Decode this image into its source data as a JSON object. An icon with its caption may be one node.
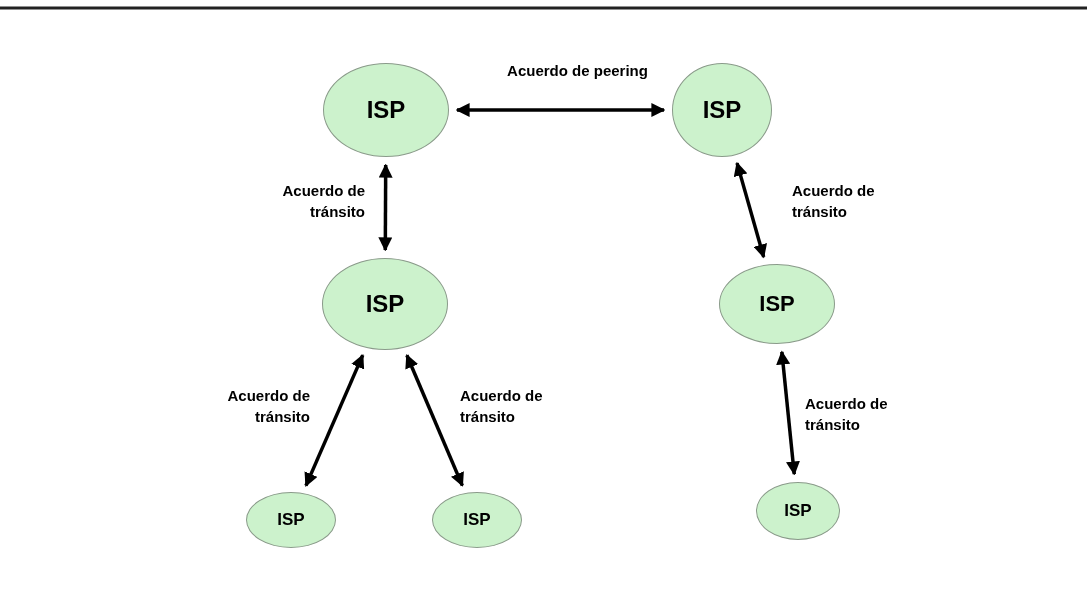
{
  "diagram": {
    "nodes": [
      {
        "text": [
          "ISP"
        ]
      },
      {
        "text": [
          "ISP"
        ]
      },
      {
        "text": [
          "ISP"
        ]
      },
      {
        "text": [
          "ISP"
        ]
      },
      {
        "text": [
          "ISP"
        ]
      },
      {
        "text": [
          "ISP"
        ]
      },
      {
        "text": [
          "ISP"
        ]
      }
    ],
    "edges": [
      {
        "from": 0,
        "to": 1,
        "arrow": "both",
        "label": "Acuerdo de peering"
      },
      {
        "from": 0,
        "to": 2,
        "arrow": "both",
        "label": "Acuerdo de tránsito"
      },
      {
        "from": 1,
        "to": 3,
        "arrow": "both",
        "label": "Acuerdo de tránsito"
      },
      {
        "from": 2,
        "to": 4,
        "arrow": "both",
        "label": "Acuerdo de tránsito"
      },
      {
        "from": 2,
        "to": 5,
        "arrow": "both",
        "label": "Acuerdo de tránsito"
      },
      {
        "from": 3,
        "to": 6,
        "arrow": "both",
        "label": "Acuerdo de tránsito"
      }
    ]
  }
}
